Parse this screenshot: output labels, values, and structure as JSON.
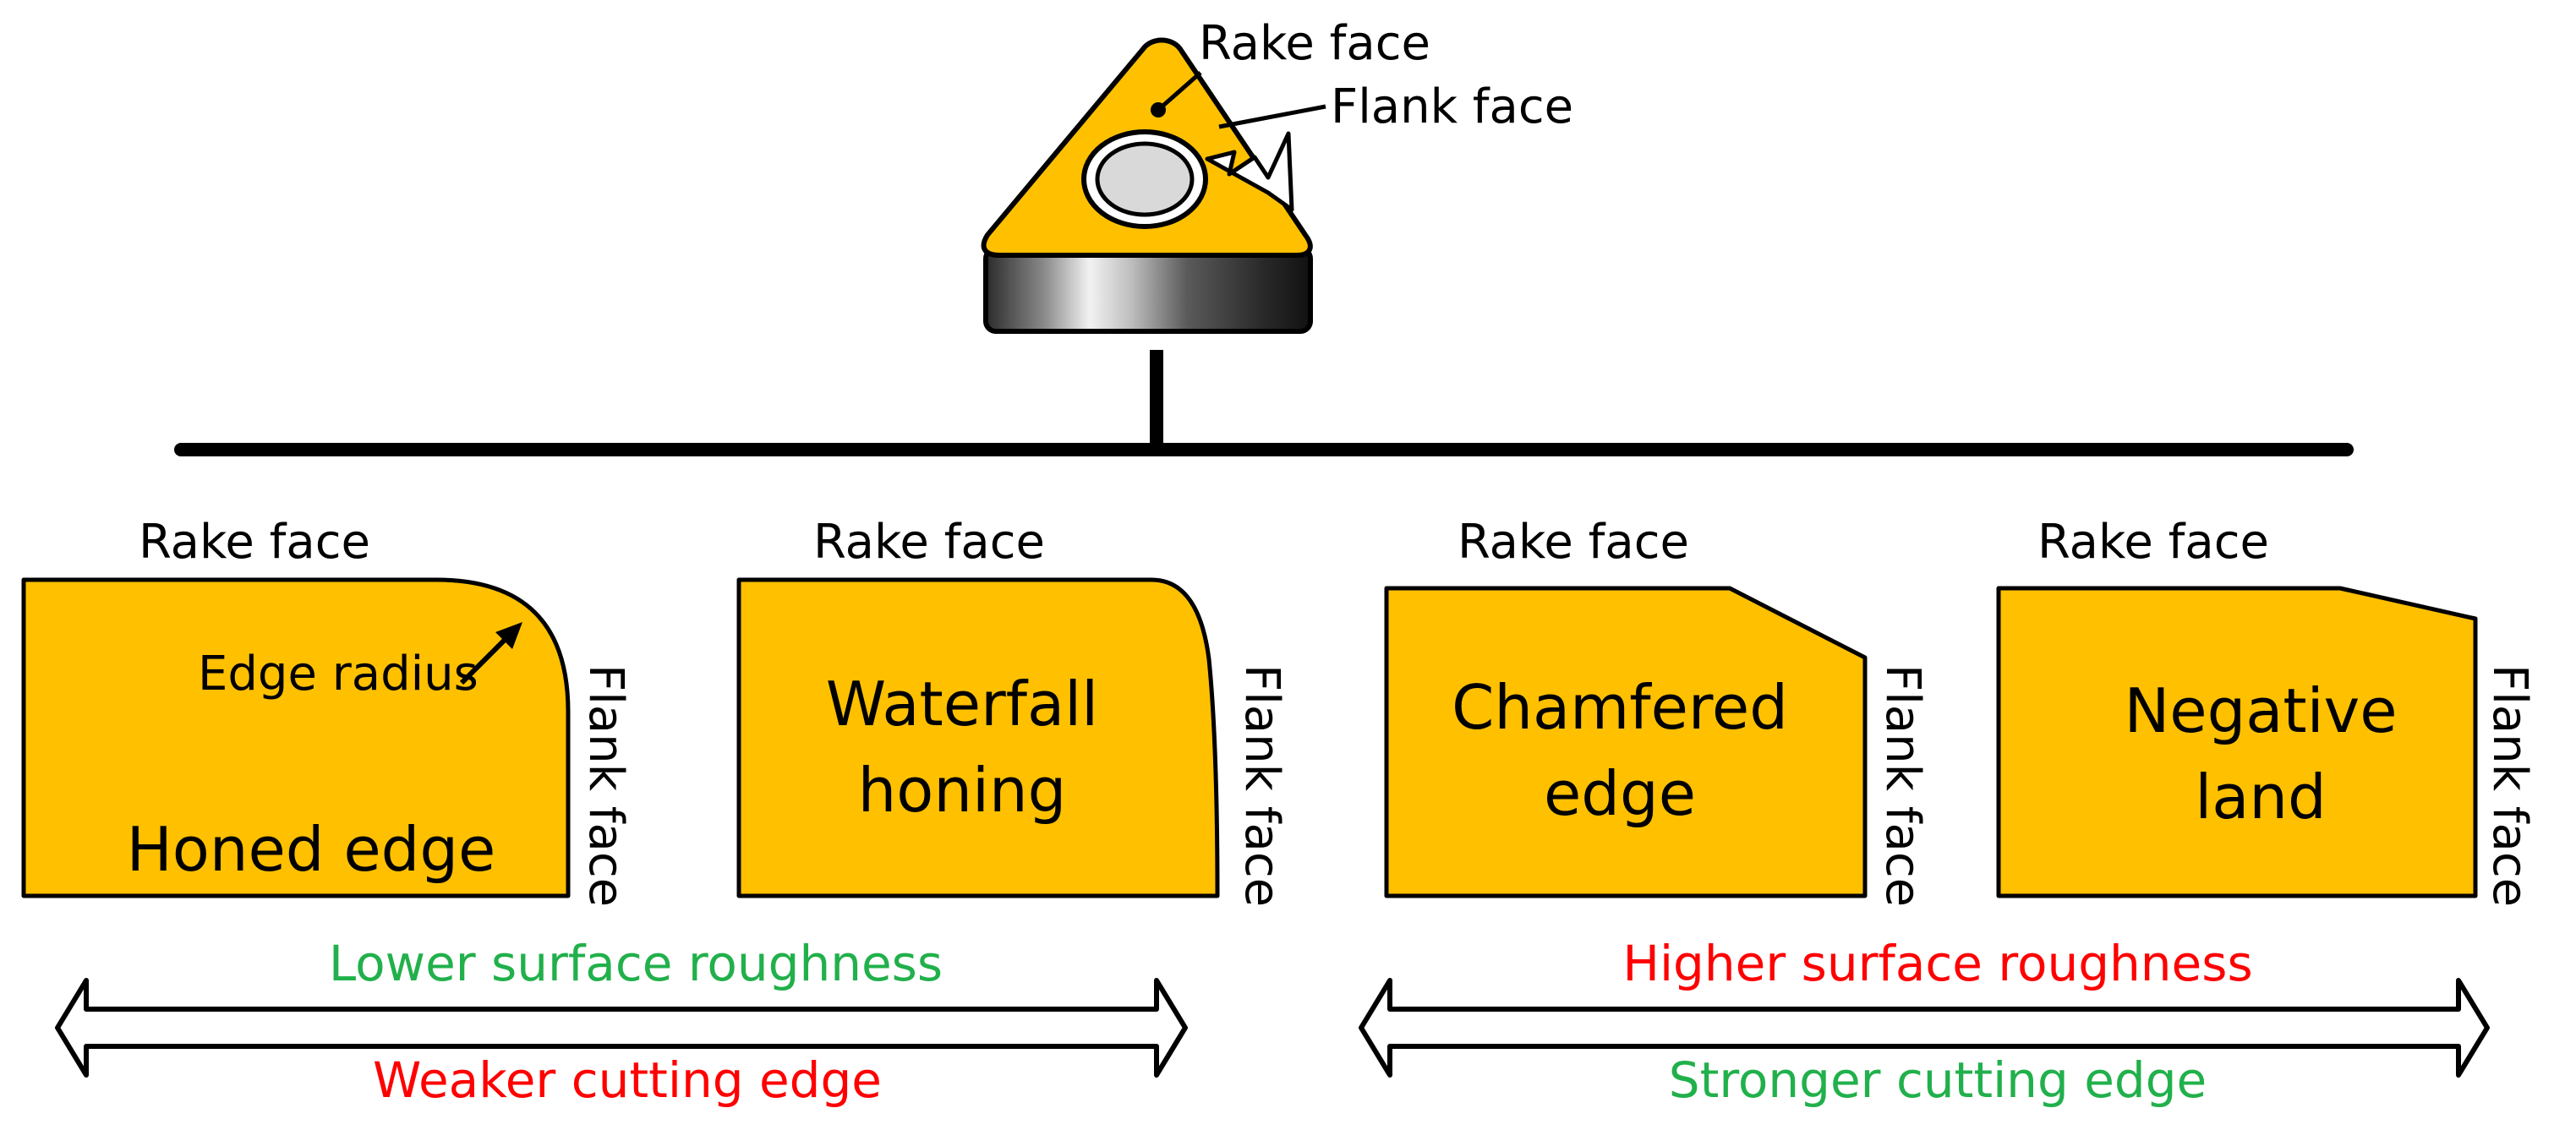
{
  "colors": {
    "insert_fill": "#ffc000",
    "outline": "#000000",
    "hole_fill": "#d9d9d9",
    "good": "#21b04b",
    "bad": "#ff0000"
  },
  "insert": {
    "rake_face_label": "Rake face",
    "flank_face_label": "Flank face"
  },
  "edges": [
    {
      "name": "Honed edge",
      "rake_label": "Rake face",
      "flank_label": "Flank face",
      "extra_label": "Edge radius"
    },
    {
      "name_line1": "Waterfall",
      "name_line2": "honing",
      "rake_label": "Rake face",
      "flank_label": "Flank face"
    },
    {
      "name_line1": "Chamfered",
      "name_line2": "edge",
      "rake_label": "Rake face",
      "flank_label": "Flank face"
    },
    {
      "name_line1": "Negative",
      "name_line2": "land",
      "rake_label": "Rake face",
      "flank_label": "Flank face"
    }
  ],
  "comparisons": {
    "left_top": "Lower surface roughness",
    "left_bottom": "Weaker cutting edge",
    "right_top": "Higher surface roughness",
    "right_bottom": "Stronger cutting edge"
  }
}
